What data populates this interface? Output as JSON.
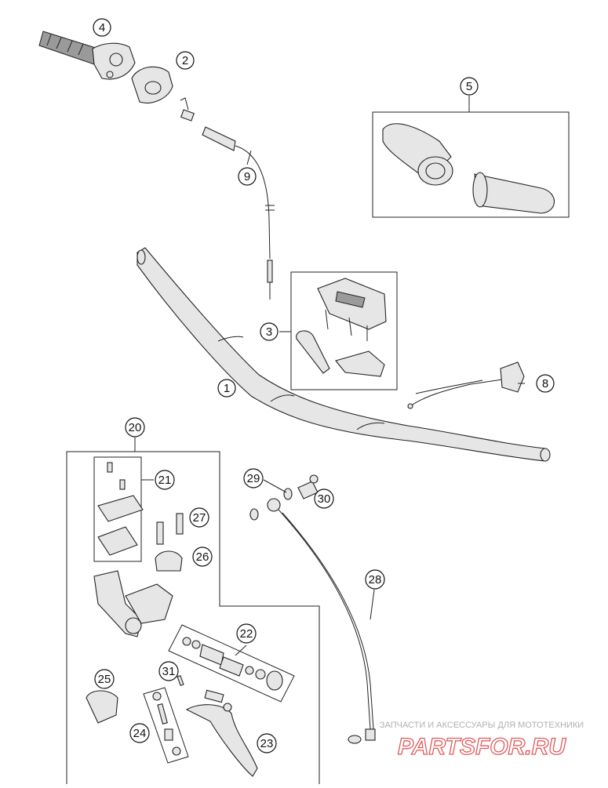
{
  "callouts": [
    "1",
    "2",
    "3",
    "4",
    "5",
    "8",
    "9",
    "20",
    "21",
    "22",
    "23",
    "24",
    "25",
    "26",
    "27",
    "28",
    "29",
    "30",
    "31"
  ],
  "watermark": {
    "caption": "ЗАПЧАСТИ И АКСЕССУАРЫ ДЛЯ МОТОТЕХНИКИ",
    "logo": "PARTSFOR.RU"
  },
  "colors": {
    "line": "#222222",
    "part_fill": "#e6e6e6",
    "watermark_logo": "#e25a5a",
    "watermark_text": "#b0b0b0"
  }
}
